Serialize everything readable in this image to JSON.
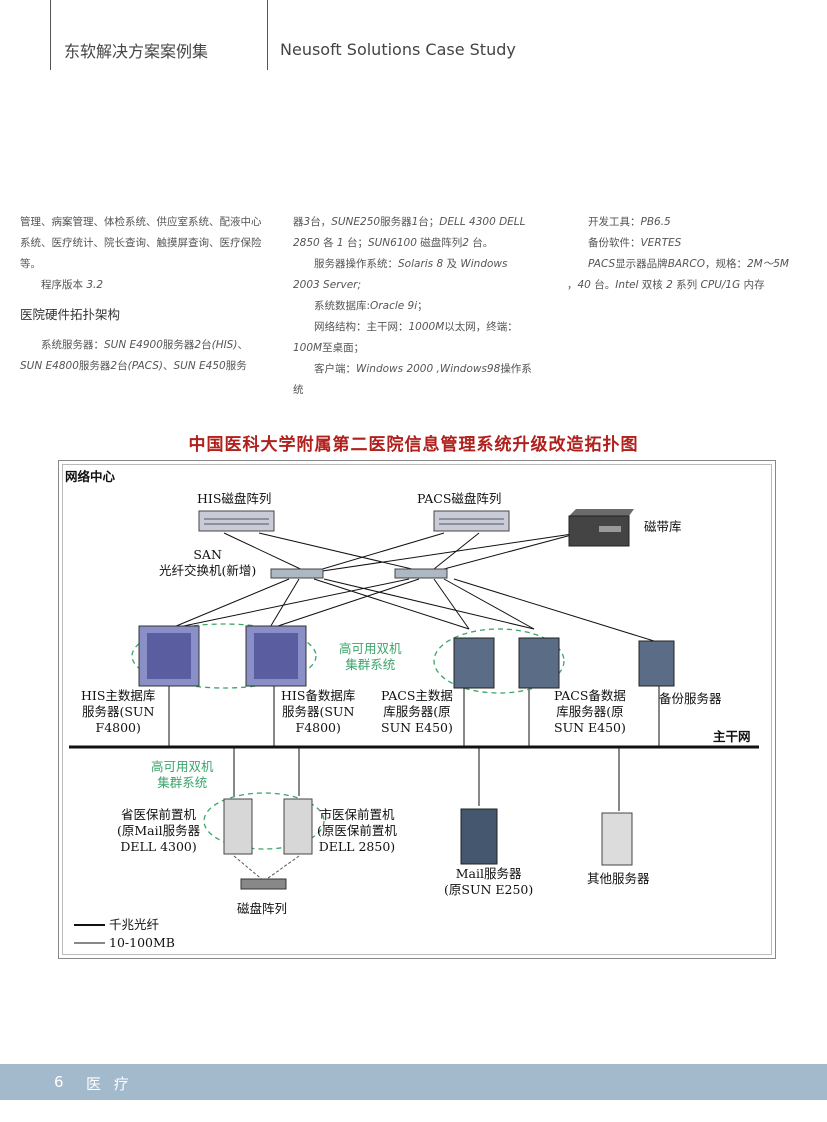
{
  "header": {
    "title_cn": "东软解决方案案例集",
    "title_en": "Neusoft Solutions Case Study"
  },
  "col1": {
    "para1": "管理、病案管理、体检系统、供应室系统、配液中心系统、医疗统计、院长查询、触摸屏查询、医疗保险等。",
    "version_prefix": "程序版本",
    "version": "3.2",
    "section_title": "医院硬件拓扑架构",
    "server_prefix": "系统服务器：",
    "server1": "SUN E4900",
    "server1_desc": "服务器",
    "server1_count": "2",
    "server1_tail": "台",
    "server1_tag": "(HIS)",
    "sep1": "、",
    "server2": "SUN E4800",
    "server2_desc": "服务器",
    "server2_count": "2",
    "server2_tail": "台",
    "server2_tag": "(PACS)",
    "sep2": "、",
    "server3": "SUN E450",
    "server3_tail": "服务"
  },
  "col2": {
    "l1a": "器",
    "l1b": "3",
    "l1c": "台，",
    "l1d": "SUNE250",
    "l1e": "服务器",
    "l1f": "1",
    "l1g": "台；",
    "l1h": "DELL 4300  DELL 2850",
    "l1i": " 各 ",
    "l1j": "1",
    "l1k": " 台；",
    "l1l": "SUN6100",
    "l1m": " 磁盘阵列",
    "l1n": "2",
    "l1o": " 台。",
    "os_prefix": "服务器操作系统：",
    "os": "Solaris  8",
    "os_and": " 及 ",
    "os2": "Windows 2003 Server;",
    "db_prefix": "系统数据库:",
    "db": "Oracle 9i",
    "db_tail": "；",
    "net_prefix": "网络结构：主干网：",
    "net1": "1000M",
    "net_mid": "以太网，终端：",
    "net2": "100M",
    "net_tail": "至桌面；",
    "client_prefix": "客户端：",
    "client": "Windows 2000 ,Windows98",
    "client_tail": "操作系统"
  },
  "col3": {
    "dev_prefix": "开发工具：",
    "dev": "PB6.5",
    "backup_prefix": "备份软件：",
    "backup": "VERTES",
    "pacs1": "PACS",
    "pacs_mid": "显示器品牌",
    "barco": "BARCO",
    "pacs_spec": "，规格：",
    "spec": "2M～5M",
    "l4a": "，",
    "l4b": "40",
    "l4c": " 台。",
    "l4d": "Intel",
    "l4e": " 双核 ",
    "l4f": "2",
    "l4g": " 系列 ",
    "l4h": "CPU/1G",
    "l4i": " 内存"
  },
  "figure": {
    "title": "中国医科大学附属第二医院信息管理系统升级改造拓扑图",
    "net_center": "网络中心",
    "his_array": "HIS磁盘阵列",
    "pacs_array": "PACS磁盘阵列",
    "tape_lib": "磁带库",
    "san_line1": "SAN",
    "san_line2": "光纤交换机(新增)",
    "ha_cluster_top_1": "高可用双机",
    "ha_cluster_top_2": "集群系统",
    "his_main_1": "HIS主数据库",
    "his_main_2": "服务器(SUN",
    "his_main_3": "F4800)",
    "his_bak_1": "HIS备数据库",
    "his_bak_2": "服务器(SUN",
    "his_bak_3": "F4800)",
    "pacs_main_1": "PACS主数据",
    "pacs_main_2": "库服务器(原",
    "pacs_main_3": "SUN E450)",
    "pacs_bak_1": "PACS备数据",
    "pacs_bak_2": "库服务器(原",
    "pacs_bak_3": "SUN E450)",
    "backup_server": "备份服务器",
    "backbone": "主干网",
    "ha_cluster_bot_1": "高可用双机",
    "ha_cluster_bot_2": "集群系统",
    "prov_1": "省医保前置机",
    "prov_2": "(原Mail服务器",
    "prov_3": "DELL 4300)",
    "city_1": "市医保前置机",
    "city_2": "(原医保前置机",
    "city_3": "DELL 2850)",
    "mail_1": "Mail服务器",
    "mail_2": "(原SUN E250)",
    "other": "其他服务器",
    "disk_array": "磁盘阵列",
    "legend_fiber": "千兆光纤",
    "legend_eth": "10-100MB",
    "colors": {
      "title": "#b0201c",
      "green": "#3aa56a"
    }
  },
  "footer": {
    "page": "6",
    "section": "医 疗",
    "bg": "#a3b9cc"
  }
}
